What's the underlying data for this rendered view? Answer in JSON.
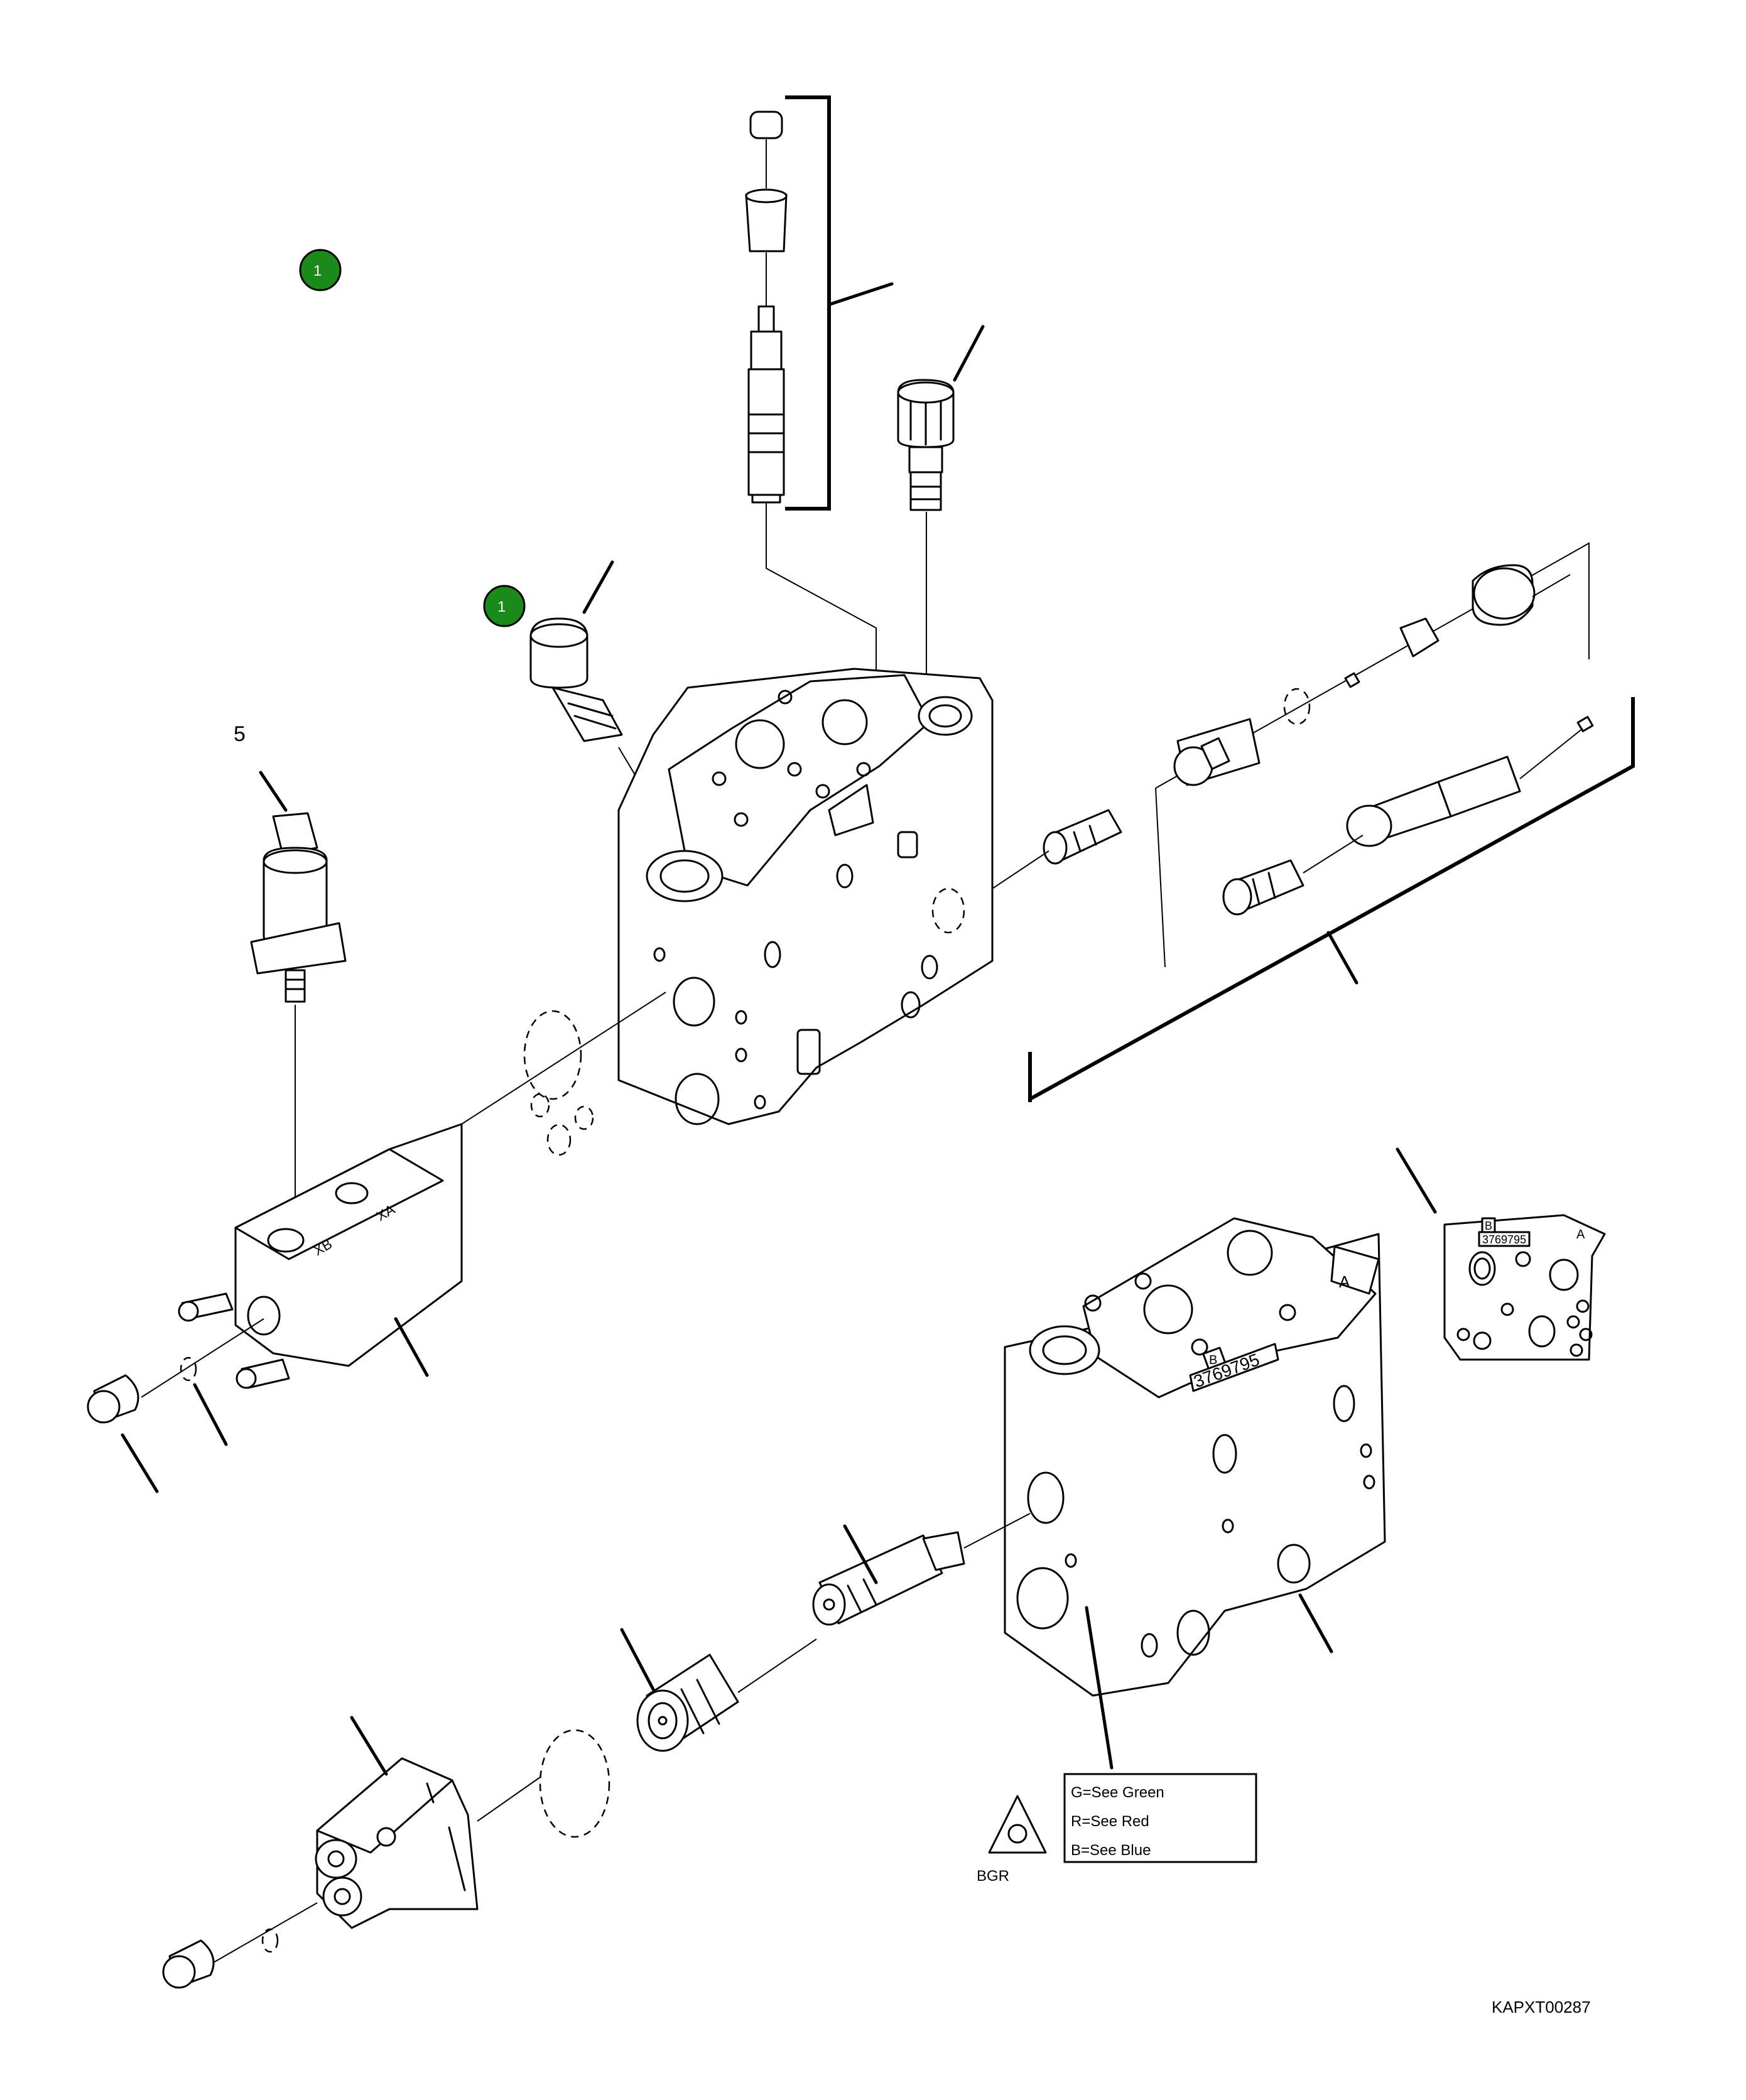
{
  "callout_badges": [
    {
      "number": "1",
      "color": "#1a8a1a"
    },
    {
      "number": "1",
      "color": "#1a8a1a"
    }
  ],
  "callouts": {
    "solenoid_label": "5"
  },
  "block_markings": {
    "block_b_letter": "B",
    "block_b_part_number": "3769795",
    "detail_part_number": "3769795",
    "detail_letter_b": "B",
    "detail_letter_a": "A",
    "block_side_letter": "A",
    "port_xb": "XB",
    "port_xa": "XA"
  },
  "legend": {
    "symbol_label": "BGR",
    "lines": [
      "G=See Green",
      "R=See Red",
      "B=See Blue"
    ]
  },
  "reference_code": "KAPXT00287"
}
